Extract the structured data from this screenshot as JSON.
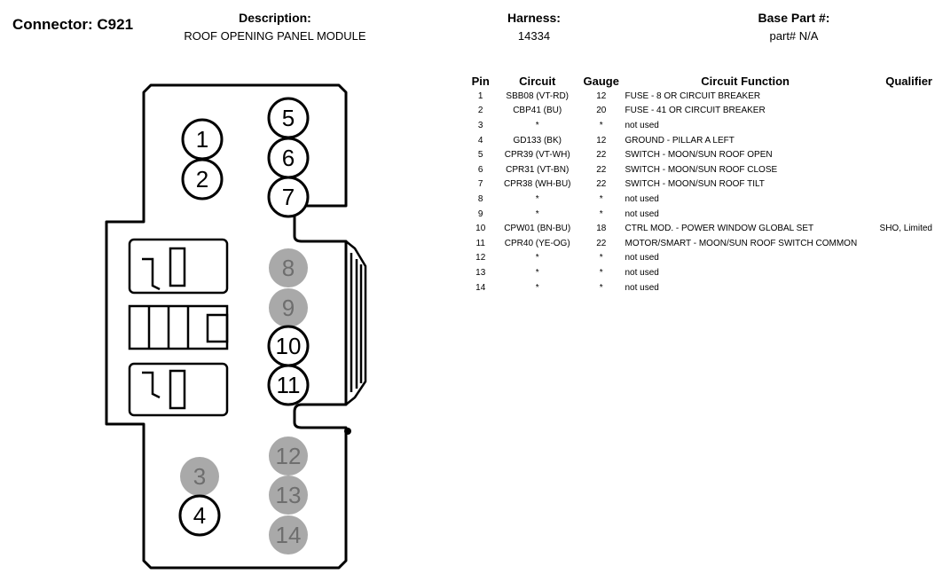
{
  "header": {
    "connector": "Connector: C921",
    "description_label": "Description:",
    "description": "ROOF OPENING PANEL MODULE",
    "harness_label": "Harness:",
    "harness": "14334",
    "base_part_label": "Base Part #:",
    "base_part": "part# N/A"
  },
  "table": {
    "headers": [
      "Pin",
      "Circuit",
      "Gauge",
      "Circuit Function",
      "Qualifier"
    ],
    "rows": [
      {
        "pin": "1",
        "circuit": "SBB08 (VT-RD)",
        "gauge": "12",
        "function": "FUSE - 8 OR CIRCUIT BREAKER",
        "qualifier": ""
      },
      {
        "pin": "2",
        "circuit": "CBP41 (BU)",
        "gauge": "20",
        "function": "FUSE - 41 OR CIRCUIT BREAKER",
        "qualifier": ""
      },
      {
        "pin": "3",
        "circuit": "*",
        "gauge": "*",
        "function": "not used",
        "qualifier": ""
      },
      {
        "pin": "4",
        "circuit": "GD133 (BK)",
        "gauge": "12",
        "function": "GROUND - PILLAR A LEFT",
        "qualifier": ""
      },
      {
        "pin": "5",
        "circuit": "CPR39 (VT-WH)",
        "gauge": "22",
        "function": "SWITCH - MOON/SUN ROOF OPEN",
        "qualifier": ""
      },
      {
        "pin": "6",
        "circuit": "CPR31 (VT-BN)",
        "gauge": "22",
        "function": "SWITCH - MOON/SUN ROOF CLOSE",
        "qualifier": ""
      },
      {
        "pin": "7",
        "circuit": "CPR38 (WH-BU)",
        "gauge": "22",
        "function": "SWITCH - MOON/SUN ROOF TILT",
        "qualifier": ""
      },
      {
        "pin": "8",
        "circuit": "*",
        "gauge": "*",
        "function": "not used",
        "qualifier": ""
      },
      {
        "pin": "9",
        "circuit": "*",
        "gauge": "*",
        "function": "not used",
        "qualifier": ""
      },
      {
        "pin": "10",
        "circuit": "CPW01 (BN-BU)",
        "gauge": "18",
        "function": "CTRL MOD. - POWER WINDOW GLOBAL SET",
        "qualifier": "SHO, Limited"
      },
      {
        "pin": "11",
        "circuit": "CPR40 (YE-OG)",
        "gauge": "22",
        "function": "MOTOR/SMART - MOON/SUN ROOF SWITCH COMMON",
        "qualifier": ""
      },
      {
        "pin": "12",
        "circuit": "*",
        "gauge": "*",
        "function": "not used",
        "qualifier": ""
      },
      {
        "pin": "13",
        "circuit": "*",
        "gauge": "*",
        "function": "not used",
        "qualifier": ""
      },
      {
        "pin": "14",
        "circuit": "*",
        "gauge": "*",
        "function": "not used",
        "qualifier": ""
      }
    ]
  },
  "diagram": {
    "pins": [
      {
        "label": "1",
        "used": true
      },
      {
        "label": "2",
        "used": true
      },
      {
        "label": "3",
        "used": false
      },
      {
        "label": "4",
        "used": true
      },
      {
        "label": "5",
        "used": true
      },
      {
        "label": "6",
        "used": true
      },
      {
        "label": "7",
        "used": true
      },
      {
        "label": "8",
        "used": false
      },
      {
        "label": "9",
        "used": false
      },
      {
        "label": "10",
        "used": true
      },
      {
        "label": "11",
        "used": true
      },
      {
        "label": "12",
        "used": false
      },
      {
        "label": "13",
        "used": false
      },
      {
        "label": "14",
        "used": false
      }
    ],
    "unused_color": "#a9a9a9",
    "used_color": "#ffffff"
  }
}
